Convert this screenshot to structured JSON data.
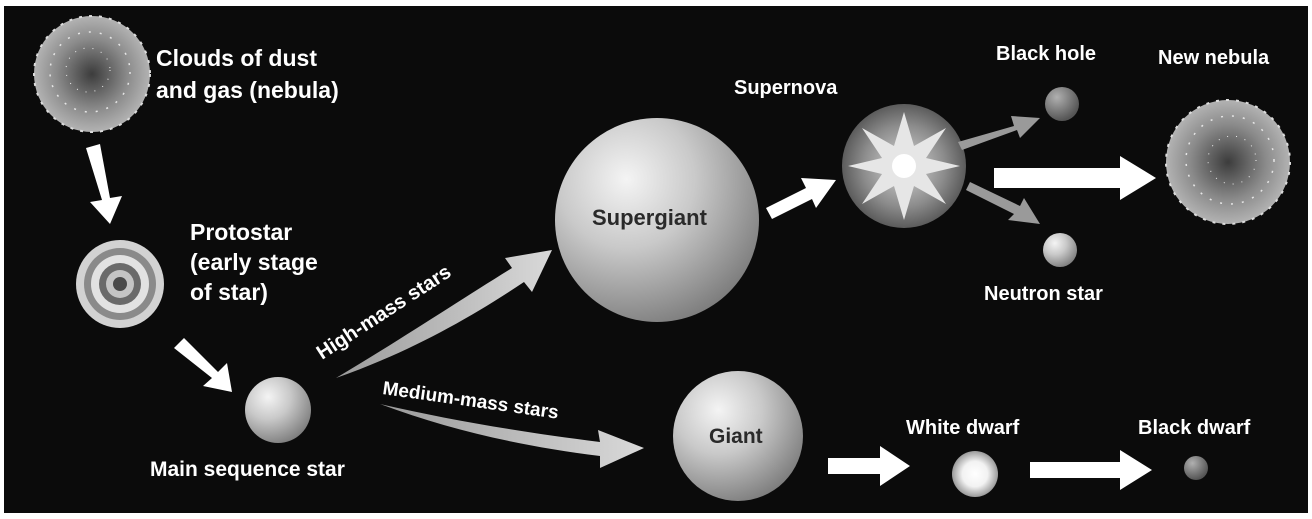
{
  "diagram": {
    "nodes": {
      "nebula": {
        "label_line1": "Clouds of dust",
        "label_line2": "and gas (nebula)"
      },
      "protostar": {
        "label_line1": "Protostar",
        "label_line2": "(early stage",
        "label_line3": "of star)"
      },
      "main_sequence": {
        "label": "Main sequence  star"
      },
      "supergiant": {
        "label": "Supergiant"
      },
      "supernova": {
        "label": "Supernova"
      },
      "black_hole": {
        "label": "Black hole"
      },
      "new_nebula": {
        "label": "New nebula"
      },
      "neutron_star": {
        "label": "Neutron star"
      },
      "giant": {
        "label": "Giant"
      },
      "white_dwarf": {
        "label": "White dwarf"
      },
      "black_dwarf": {
        "label": "Black dwarf"
      }
    },
    "paths": {
      "high_mass": {
        "label": "High-mass stars"
      },
      "medium_mass": {
        "label": "Medium-mass stars"
      }
    },
    "colors": {
      "background": "#0b0b0b",
      "text": "#ffffff",
      "arrow": "#ffffff",
      "sphere": "#cfcfcf"
    }
  }
}
